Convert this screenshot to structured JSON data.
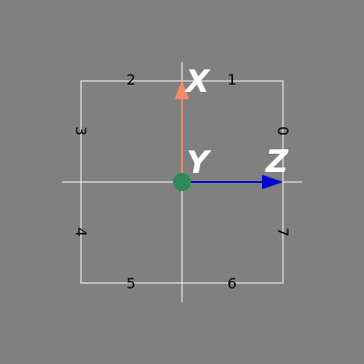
{
  "viewport": {
    "background": "#808080",
    "grid_color": "#ffffff",
    "number_color": "#000000"
  },
  "octant_labels": [
    "0",
    "1",
    "2",
    "3",
    "4",
    "5",
    "6",
    "7"
  ],
  "axes": {
    "x": {
      "label": "X",
      "color": "#f58a6a",
      "icon": "cone-arrow-icon"
    },
    "y": {
      "label": "Y",
      "color": "#2e8b57",
      "icon": "sphere-icon"
    },
    "z": {
      "label": "Z",
      "color": "#0000cc",
      "icon": "cone-arrow-icon"
    }
  }
}
